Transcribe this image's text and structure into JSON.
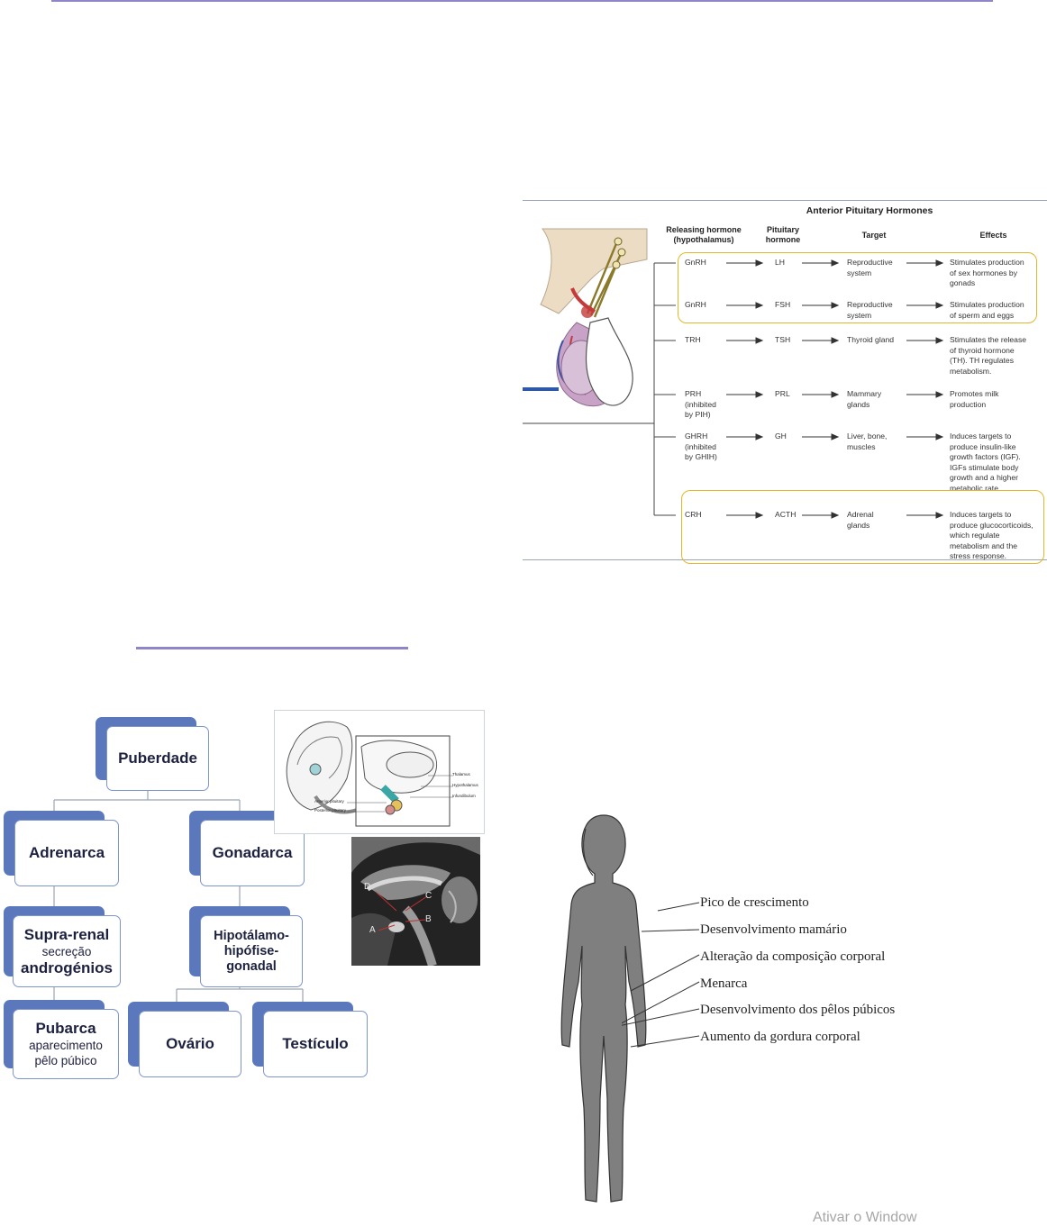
{
  "pituitary_figure": {
    "title": "Anterior Pituitary Hormones",
    "headers": {
      "releasing": [
        "Releasing hormone",
        "(hypothalamus)"
      ],
      "pituitary": [
        "Pituitary",
        "hormone"
      ],
      "target": [
        "Target"
      ],
      "effects": [
        "Effects"
      ]
    },
    "rows": [
      {
        "releasing": [
          "GnRH"
        ],
        "pituitary": "LH",
        "target": [
          "Reproductive",
          "system"
        ],
        "effects": [
          "Stimulates production",
          "of sex hormones by",
          "gonads"
        ]
      },
      {
        "releasing": [
          "GnRH"
        ],
        "pituitary": "FSH",
        "target": [
          "Reproductive",
          "system"
        ],
        "effects": [
          "Stimulates production",
          "of sperm and eggs"
        ]
      },
      {
        "releasing": [
          "TRH"
        ],
        "pituitary": "TSH",
        "target": [
          "Thyroid gland"
        ],
        "effects": [
          "Stimulates the release",
          "of thyroid hormone",
          "(TH). TH regulates",
          "metabolism."
        ]
      },
      {
        "releasing": [
          "PRH",
          "(inhibited",
          "by PIH)"
        ],
        "pituitary": "PRL",
        "target": [
          "Mammary",
          "glands"
        ],
        "effects": [
          "Promotes milk",
          "production"
        ]
      },
      {
        "releasing": [
          "GHRH",
          "(inhibited",
          "by GHIH)"
        ],
        "pituitary": "GH",
        "target": [
          "Liver, bone,",
          "muscles"
        ],
        "effects": [
          "Induces targets to",
          "produce insulin-like",
          "growth factors (IGF).",
          "IGFs stimulate body",
          "growth and a higher",
          "metabolic rate."
        ]
      },
      {
        "releasing": [
          "CRH"
        ],
        "pituitary": "ACTH",
        "target": [
          "Adrenal",
          "glands"
        ],
        "effects": [
          "Induces targets to",
          "produce glucocorticoids,",
          "which regulate",
          "metabolism and the",
          "stress response."
        ]
      }
    ]
  },
  "puberty_tree": {
    "root": "Puberdade",
    "adrenarca": "Adrenarca",
    "gonadarca": "Gonadarca",
    "suprarenal": {
      "title": "Supra-renal",
      "sub": "secreção",
      "bold2": "androgénios"
    },
    "hpg": {
      "l1": "Hipotálamo-",
      "l2": "hipófise-",
      "l3": "gonadal"
    },
    "pubarca": {
      "title": "Pubarca",
      "sub1": "aparecimento",
      "sub2": "pêlo púbico"
    },
    "ovario": "Ovário",
    "testiculo": "Testículo"
  },
  "brain_sketch": {
    "labels": [
      "Thalamus",
      "Hypothalamus",
      "Infundibulum",
      "Anterior pituitary",
      "Posterior pituitary"
    ]
  },
  "mri": {
    "letters": [
      "D",
      "C",
      "A",
      "B"
    ]
  },
  "body_figure": {
    "labels": [
      "Pico de crescimento",
      "Desenvolvimento mamário",
      "Alteração da composição corporal",
      "Menarca",
      "Desenvolvimento dos pêlos púbicos",
      "Aumento da gordura corporal"
    ]
  },
  "watermark": "Ativar o Window",
  "colors": {
    "rule": "#8e86c9",
    "highlight": "#e3b728",
    "node_back": "#5b78bd",
    "node_border": "#7d95cc",
    "silhouette": "#7f7f7f"
  }
}
